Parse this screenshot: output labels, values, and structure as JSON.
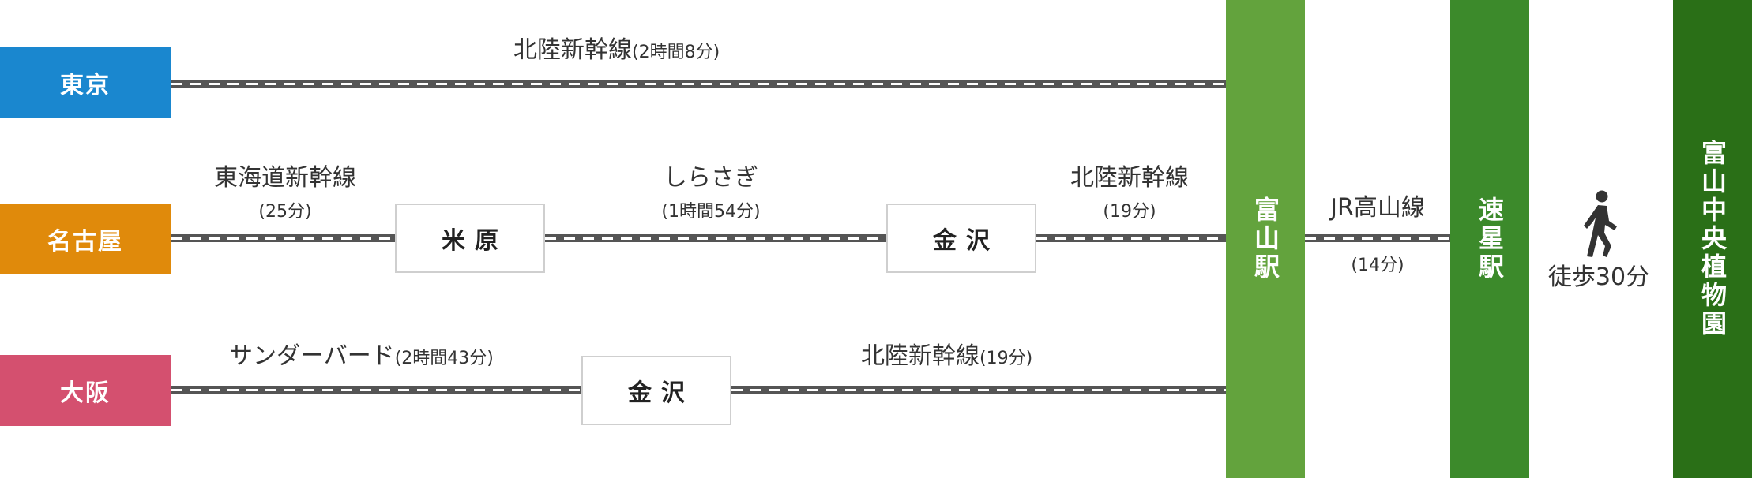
{
  "colors": {
    "tokyo": "#1a87cf",
    "nagoya": "#e08a0b",
    "osaka": "#d4506f",
    "toyama_bar": "#63a33d",
    "hayahoshi_bar": "#3c8a2b",
    "garden_bar": "#2a6f17"
  },
  "origins": {
    "tokyo": "東京",
    "nagoya": "名古屋",
    "osaka": "大阪"
  },
  "routes": {
    "tokyo": {
      "line": "北陸新幹線",
      "time": "(2時間8分)"
    },
    "nagoya": {
      "seg1_line": "東海道新幹線",
      "seg1_time": "(25分)",
      "transfer1": "米原",
      "seg2_line": "しらさぎ",
      "seg2_time": "(1時間54分)",
      "transfer2": "金沢",
      "seg3_line": "北陸新幹線",
      "seg3_time": "(19分)"
    },
    "osaka": {
      "seg1_line": "サンダーバード",
      "seg1_time": "(2時間43分)",
      "transfer1": "金沢",
      "seg2_line": "北陸新幹線",
      "seg2_time": "(19分)"
    }
  },
  "toyama_station": "富山駅",
  "jr_line": {
    "name": "JR高山線",
    "time": "(14分)"
  },
  "hayahoshi_station": "速星駅",
  "walk": {
    "icon": "walking-person-icon",
    "text": "徒歩30分"
  },
  "destination": "富山中央植物園"
}
